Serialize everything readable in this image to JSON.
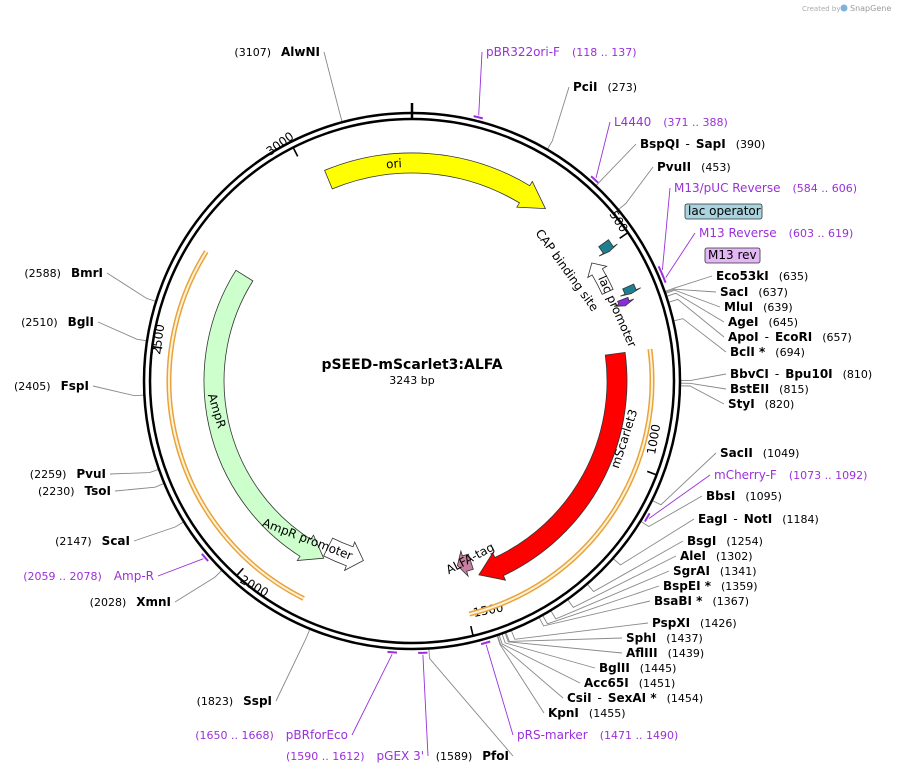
{
  "header": {
    "created_by": "Created by",
    "app_name": "SnapGene"
  },
  "plasmid": {
    "name": "pSEED-mScarlet3:ALFA",
    "size": "3243 bp",
    "length": 3243
  },
  "ticks": [
    "500",
    "1000",
    "1500",
    "2000",
    "2500",
    "3000"
  ],
  "features": [
    {
      "name": "ori",
      "start": 3040,
      "end": 340,
      "color": "#ffff00"
    },
    {
      "name": "mScarlet3",
      "start": 742,
      "end": 1450,
      "color": "#ff0000"
    },
    {
      "name": "ALFA-tag",
      "start": 1459,
      "end": 1497,
      "color": "#c77fa0"
    },
    {
      "name": "AmpR",
      "start": 1860,
      "end": 2722,
      "color": "#ccffcc"
    },
    {
      "name": "AmpR promoter",
      "start": 1758,
      "end": 1863,
      "color": "#ffffff"
    },
    {
      "name": "lac promoter",
      "start": 511,
      "end": 590,
      "color": "#ffffff"
    },
    {
      "name": "CAP binding site",
      "start": 489,
      "end": 511,
      "color": "#1e7f8f"
    },
    {
      "name": "lac operator",
      "start": 598,
      "end": 615,
      "color": "#1e7f8f"
    },
    {
      "name": "M13 rev",
      "start": 620,
      "end": 636,
      "color": "#8b2be2"
    }
  ],
  "feature_labels": {
    "lac_operator": "lac operator",
    "m13_rev": "M13 rev",
    "lac_promoter": "lac promoter",
    "cap": "CAP binding site"
  },
  "enzymes": [
    {
      "name": "AlwNI",
      "pos": "(3107)",
      "bp": 3107
    },
    {
      "name": "PciI",
      "pos": "(273)",
      "bp": 273
    },
    {
      "name": "BspQI",
      "name2": "SapI",
      "pos": "(390)",
      "bp": 390
    },
    {
      "name": "PvuII",
      "pos": "(453)",
      "bp": 453
    },
    {
      "name": "Eco53kI",
      "pos": "(635)",
      "bp": 635
    },
    {
      "name": "SacI",
      "pos": "(637)",
      "bp": 637
    },
    {
      "name": "MluI",
      "pos": "(639)",
      "bp": 639
    },
    {
      "name": "AgeI",
      "pos": "(645)",
      "bp": 645
    },
    {
      "name": "ApoI",
      "name2": "EcoRI",
      "pos": "(657)",
      "bp": 657
    },
    {
      "name": "BclI *",
      "pos": "(694)",
      "bp": 694
    },
    {
      "name": "BbvCI",
      "name2": "Bpu10I",
      "pos": "(810)",
      "bp": 810
    },
    {
      "name": "BstEII",
      "pos": "(815)",
      "bp": 815
    },
    {
      "name": "StyI",
      "pos": "(820)",
      "bp": 820
    },
    {
      "name": "SacII",
      "pos": "(1049)",
      "bp": 1049
    },
    {
      "name": "BbsI",
      "pos": "(1095)",
      "bp": 1095
    },
    {
      "name": "EagI",
      "name2": "NotI",
      "pos": "(1184)",
      "bp": 1184
    },
    {
      "name": "BsgI",
      "pos": "(1254)",
      "bp": 1254
    },
    {
      "name": "AleI",
      "pos": "(1302)",
      "bp": 1302
    },
    {
      "name": "SgrAI",
      "pos": "(1341)",
      "bp": 1341
    },
    {
      "name": "BspEI *",
      "pos": "(1359)",
      "bp": 1359
    },
    {
      "name": "BsaBI *",
      "pos": "(1367)",
      "bp": 1367
    },
    {
      "name": "PspXI",
      "pos": "(1426)",
      "bp": 1426
    },
    {
      "name": "SphI",
      "pos": "(1437)",
      "bp": 1437
    },
    {
      "name": "AflIII",
      "pos": "(1439)",
      "bp": 1439
    },
    {
      "name": "BglII",
      "pos": "(1445)",
      "bp": 1445
    },
    {
      "name": "Acc65I",
      "pos": "(1451)",
      "bp": 1451
    },
    {
      "name": "CsiI",
      "name2": "SexAI *",
      "pos": "(1454)",
      "bp": 1454
    },
    {
      "name": "KpnI",
      "pos": "(1455)",
      "bp": 1455
    },
    {
      "name": "PfoI",
      "pos": "(1589)",
      "bp": 1589
    },
    {
      "name": "SspI",
      "pos": "(1823)",
      "bp": 1823
    },
    {
      "name": "XmnI",
      "pos": "(2028)",
      "bp": 2028
    },
    {
      "name": "ScaI",
      "pos": "(2147)",
      "bp": 2147
    },
    {
      "name": "TsoI",
      "pos": "(2230)",
      "bp": 2230
    },
    {
      "name": "PvuI",
      "pos": "(2259)",
      "bp": 2259
    },
    {
      "name": "FspI",
      "pos": "(2405)",
      "bp": 2405
    },
    {
      "name": "BglI",
      "pos": "(2510)",
      "bp": 2510
    },
    {
      "name": "BmrI",
      "pos": "(2588)",
      "bp": 2588
    }
  ],
  "primers": [
    {
      "name": "pBR322ori-F",
      "range": "(118 .. 137)",
      "bp": 127
    },
    {
      "name": "L4440",
      "range": "(371 .. 388)",
      "bp": 380
    },
    {
      "name": "M13/pUC Reverse",
      "range": "(584 .. 606)",
      "bp": 595
    },
    {
      "name": "M13 Reverse",
      "range": "(603 .. 619)",
      "bp": 611
    },
    {
      "name": "mCherry-F",
      "range": "(1073 .. 1092)",
      "bp": 1082
    },
    {
      "name": "pRS-marker",
      "range": "(1471 .. 1490)",
      "bp": 1480
    },
    {
      "name": "pGEX 3'",
      "range": "(1590 .. 1612)",
      "bp": 1601
    },
    {
      "name": "pBRforEco",
      "range": "(1650 .. 1668)",
      "bp": 1659
    },
    {
      "name": "Amp-R",
      "range": "(2059 .. 2078)",
      "bp": 2068
    }
  ]
}
